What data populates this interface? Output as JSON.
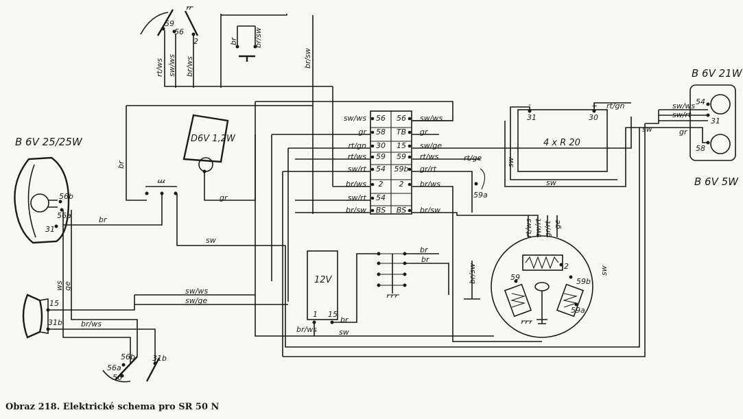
{
  "caption": "Obraz 218. Elektrické schema pro SR 50 N",
  "headlamp": {
    "rating": "B 6V 25/25W",
    "t_56b": "56b",
    "t_56a": "56a",
    "t_31": "31"
  },
  "speedo_lamp": {
    "rating": "D6V 1,2W"
  },
  "tail_lamp": {
    "rating_top": "B 6V 21W",
    "rating_bottom": "B 6V 5W",
    "t_54": "54",
    "t_58": "58",
    "t_31": "31"
  },
  "battery": {
    "label": "12V",
    "t_1": "1",
    "t_15": "15"
  },
  "battery_pack": {
    "label": "4 x R 20",
    "minus": "-",
    "plus": "+",
    "t_31": "31",
    "t_30": "30"
  },
  "horn": {
    "t_15": "15",
    "t_31b": "31b"
  },
  "handlebar_switch_top": {
    "t_59": "59",
    "t_56": "56",
    "t_2": "2"
  },
  "handlebar_switch_bottom": {
    "t_56b": "56b",
    "t_56a": "56a",
    "t_56": "56",
    "t_31b": "31b"
  },
  "flywheel": {
    "t_59": "59",
    "t_59b": "59b",
    "t_59a": "59a",
    "t_2": "2"
  },
  "terminal_59a": "59a",
  "terminal_block": {
    "rows": [
      {
        "left_wire": "sw/ws",
        "left": "56",
        "right": "56",
        "right_wire": "sw/ws"
      },
      {
        "left_wire": "gr",
        "left": "58",
        "right": "TB",
        "right_wire": "gr"
      },
      {
        "left_wire": "rt/gn",
        "left": "30",
        "right": "15",
        "right_wire": "sw/ge"
      },
      {
        "left_wire": "rt/ws",
        "left": "59",
        "right": "59",
        "right_wire": "rt/ws"
      },
      {
        "left_wire": "sw/rt",
        "left": "54",
        "right": "59b",
        "right_wire": "gr/rt"
      },
      {
        "left_wire": "br/ws",
        "left": "2",
        "right": "2",
        "right_wire": "br/ws"
      },
      {
        "left_wire": "sw/rt",
        "left": "54",
        "right": "",
        "right_wire": ""
      },
      {
        "left_wire": "br/sw",
        "left": "BS",
        "right": "BS",
        "right_wire": "br/sw"
      }
    ]
  },
  "wires": {
    "br": "br",
    "br_sw": "br/sw",
    "gr": "gr",
    "sw": "sw",
    "rt_ws": "rt/ws",
    "sw_ws": "sw/ws",
    "br_ws": "br/ws",
    "sw_ge": "sw/ge",
    "ws": "ws",
    "ge": "ge",
    "rt_ge": "rt/ge",
    "rt_gn": "rt/gn",
    "sw_rt": "sw/rt",
    "gr_rt": "gr/rt",
    "br2": "br",
    "br3": "br"
  }
}
